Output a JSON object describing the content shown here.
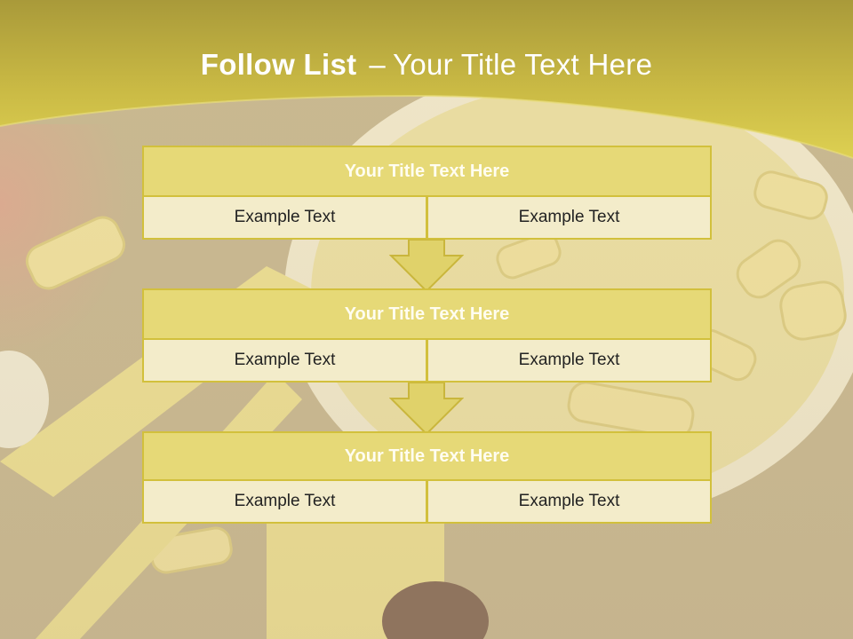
{
  "slide": {
    "title_bold": "Follow List",
    "title_dash": "–",
    "title_rest": "Your Title Text Here",
    "blocks": [
      {
        "title": "Your Title Text Here",
        "left": "Example Text",
        "right": "Example Text"
      },
      {
        "title": "Your Title Text Here",
        "left": "Example Text",
        "right": "Example Text"
      },
      {
        "title": "Your Title Text Here",
        "left": "Example Text",
        "right": "Example Text"
      }
    ],
    "colors": {
      "header_band": "#d8c84a",
      "box_title_fill": "#e6d977",
      "box_cell_fill": "#f3ecca",
      "box_border": "#d2c03c",
      "arrow": "#e0d26a"
    }
  }
}
